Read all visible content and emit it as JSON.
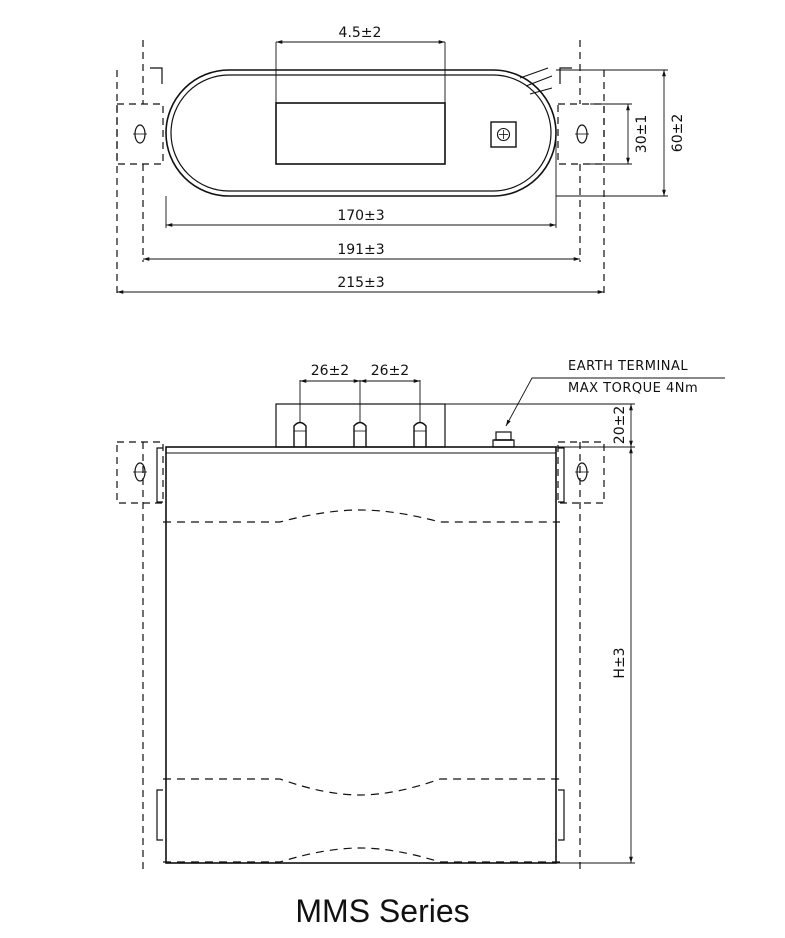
{
  "top_view": {
    "dim_display_width": "4.5±2",
    "dim_overall_170": "170±3",
    "dim_overall_191": "191±3",
    "dim_overall_215": "215±3",
    "dim_slot_30": "30±1",
    "dim_depth_60": "60±2"
  },
  "front_view": {
    "dim_terminal_pitch_left": "26±2",
    "dim_terminal_pitch_right": "26±2",
    "dim_terminal_height": "20±2",
    "dim_height": "H±3",
    "earth_terminal_label": "EARTH TERMINAL",
    "earth_torque_label": "MAX TORQUE 4Nm"
  },
  "caption": "MMS Series",
  "colors": {
    "line": "#111111",
    "background": "#ffffff"
  }
}
